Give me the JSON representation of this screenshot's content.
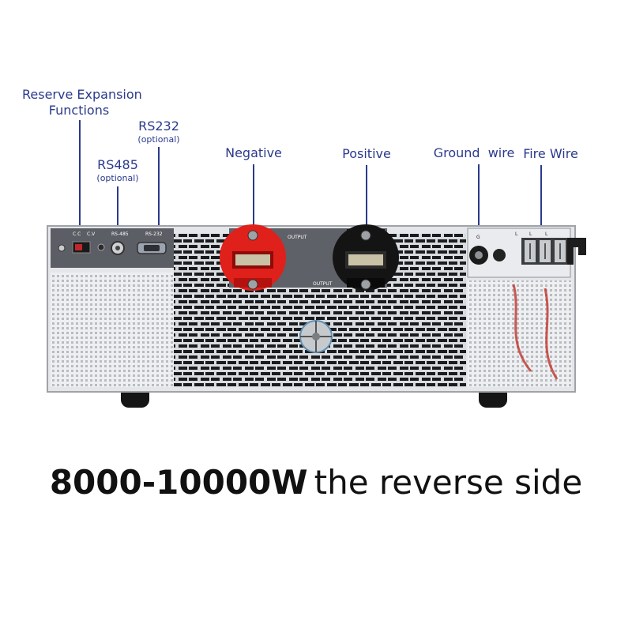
{
  "labels": {
    "reserve_expansion": [
      "Reserve Expansion",
      "Functions"
    ],
    "rs232": {
      "name": "RS232",
      "note": "(optional)"
    },
    "rs485": {
      "name": "RS485",
      "note": "(optional)"
    },
    "negative": "Negative",
    "positive": "Positive",
    "ground_wire": "Ground  wire",
    "fire_wire": "Fire Wire"
  },
  "panel_markings": {
    "cc": "C.C",
    "cv": "C.V",
    "rs485_port": "RS-485",
    "rs232_port": "RS-232",
    "output_negative": "OUTPUT",
    "output_positive": "OUTPUT",
    "ground_terminal": "G",
    "line_terminal": "L"
  },
  "caption": {
    "power_range": "8000-10000W",
    "description": "the reverse side"
  },
  "colors": {
    "label_blue": "#2b3a8c",
    "negative_terminal": "#e0201b",
    "positive_terminal": "#141414",
    "chassis_grey": "#e4e6e9",
    "panel_dark": "#5b5e64"
  }
}
